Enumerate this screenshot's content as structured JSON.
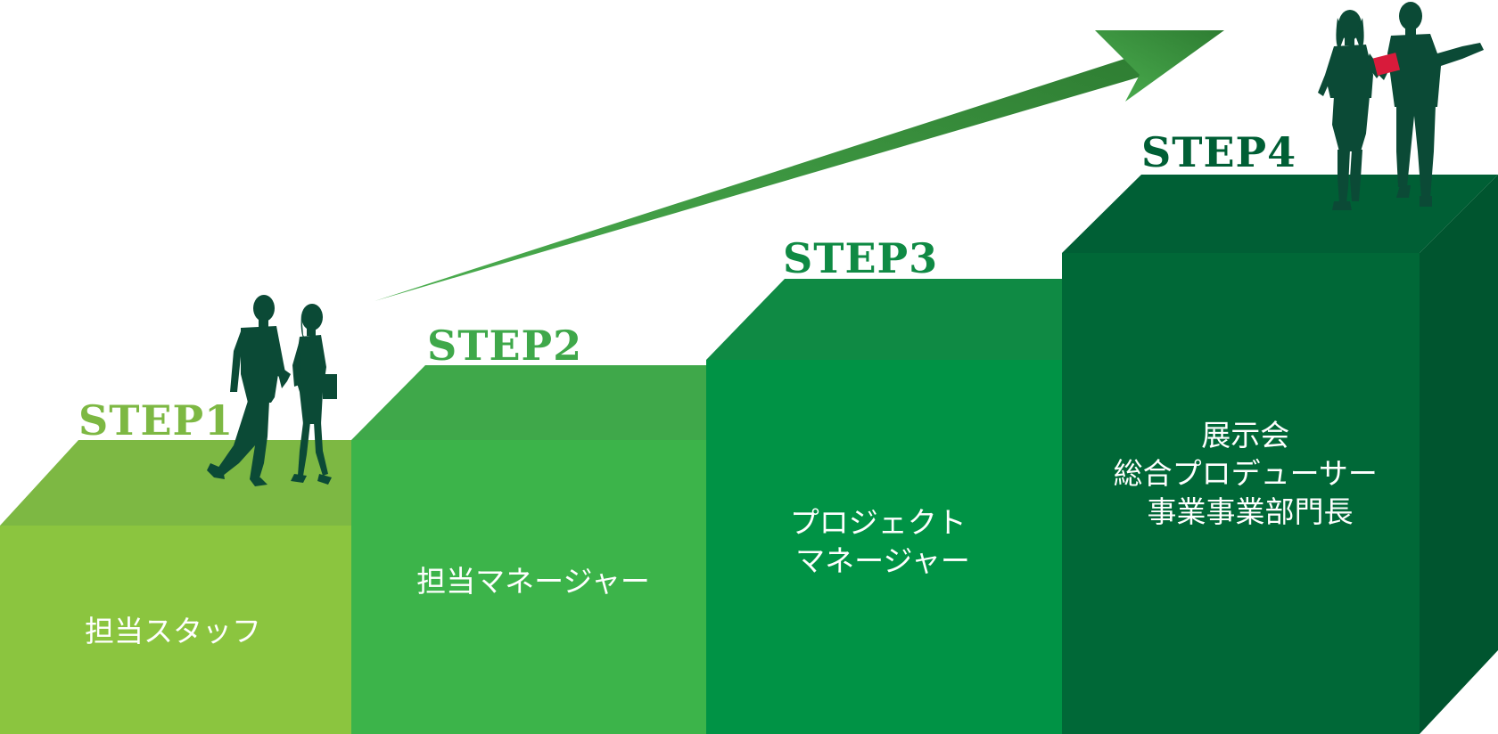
{
  "steps": [
    {
      "label": "STEP1",
      "role_lines": [
        "担当スタッフ"
      ]
    },
    {
      "label": "STEP2",
      "role_lines": [
        "担当マネージャー"
      ]
    },
    {
      "label": "STEP3",
      "role_lines": [
        "プロジェクト",
        "マネージャー"
      ]
    },
    {
      "label": "STEP4",
      "role_lines": [
        "展示会",
        "総合プロデューサー",
        "事業事業部門長"
      ]
    }
  ],
  "colors": {
    "step1_front": "#8bc53f",
    "step1_top": "#7db843",
    "step1_label": "#7db843",
    "step2_front": "#3cb44a",
    "step2_top": "#3fa84a",
    "step2_label": "#3fa84a",
    "step3_front": "#009345",
    "step3_top": "#0f8a44",
    "step3_label": "#0f8a44",
    "step4_front": "#006837",
    "step4_top": "#005f35",
    "step4_side": "#00552f",
    "step4_label": "#005f35",
    "arrow_start": "#4caf50",
    "arrow_end": "#2e7d32",
    "silhouette": "#0b4a36",
    "tablet": "#d81b3b"
  }
}
